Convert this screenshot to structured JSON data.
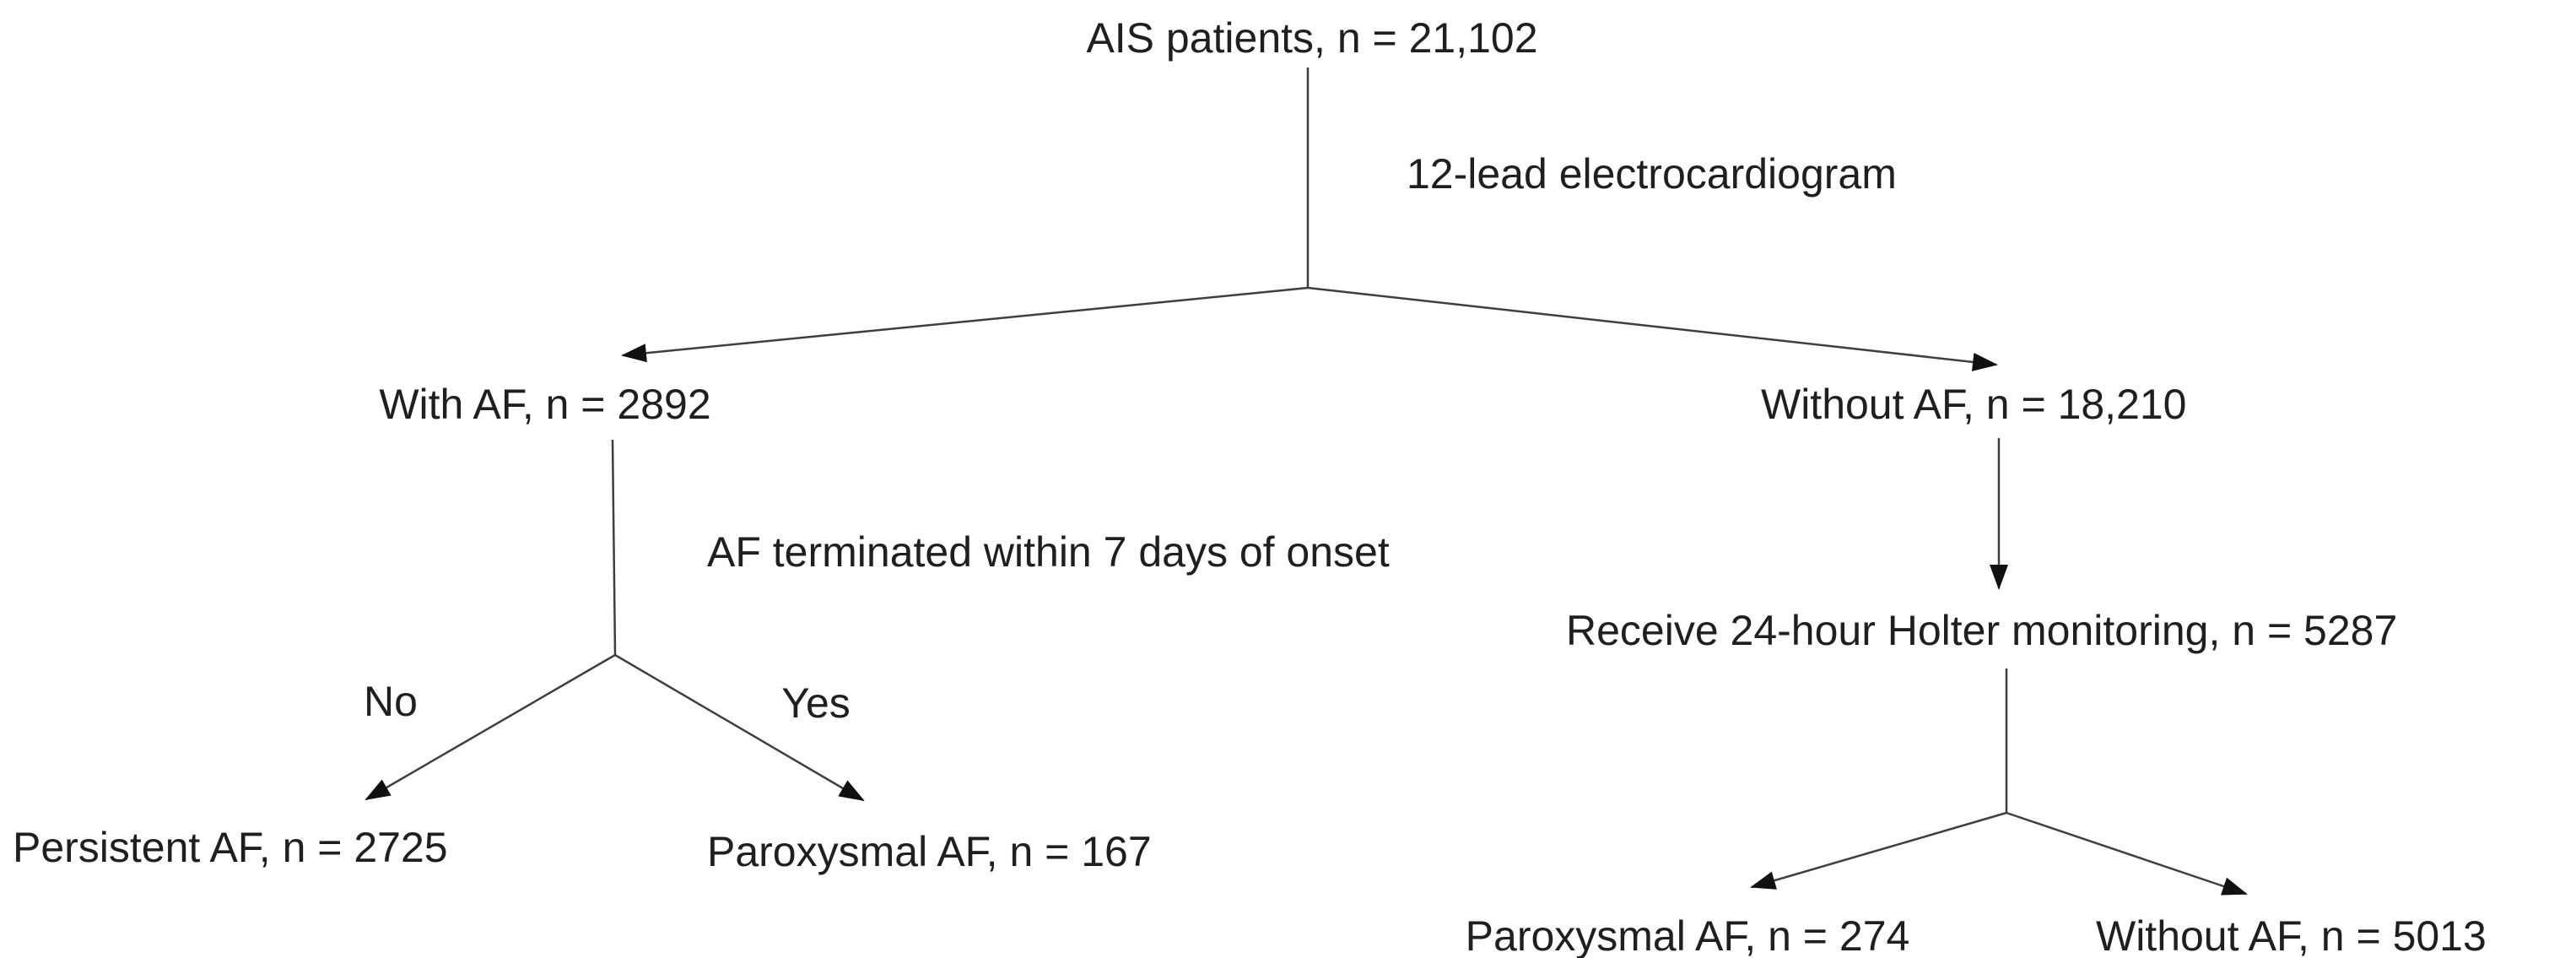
{
  "figure": {
    "description_type": "patient-flowchart",
    "colors": {
      "background": "#ffffff",
      "text": "#1f1f1f",
      "line": "#3f3f3f",
      "arrowhead": "#111111"
    },
    "nodes": {
      "root": {
        "label": "AIS patients, n = 21,102"
      },
      "ecg_step": {
        "label": "12-lead electrocardiogram"
      },
      "with_af": {
        "label": "With AF, n = 2892"
      },
      "without_af": {
        "label": "Without AF, n = 18,210"
      },
      "terminated_step": {
        "label": "AF terminated within 7 days of onset"
      },
      "branch_no": {
        "label": "No"
      },
      "branch_yes": {
        "label": "Yes"
      },
      "holter": {
        "label": "Receive 24-hour Holter monitoring, n = 5287"
      },
      "persistent_af": {
        "label": "Persistent AF, n = 2725"
      },
      "paroxysmal_af_yes": {
        "label": "Paroxysmal AF, n = 167"
      },
      "paroxysmal_af_holter": {
        "label": "Paroxysmal AF, n = 274"
      },
      "without_af_holter": {
        "label": "Without AF, n = 5013"
      }
    }
  }
}
